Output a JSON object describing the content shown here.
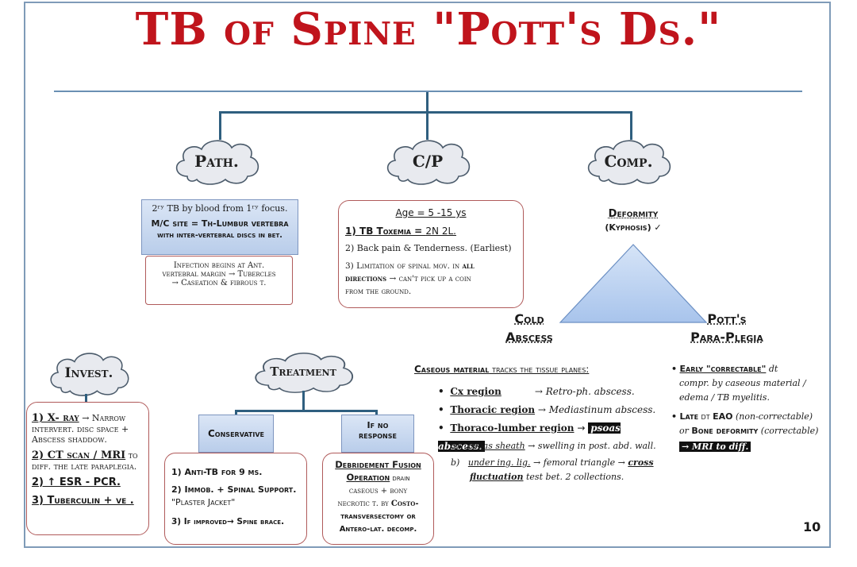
{
  "title": "TB of Spine \"Pott's Ds.\"",
  "clouds": {
    "path": "Path.",
    "cp": "C/P",
    "comp": "Comp.",
    "invest": "Invest.",
    "treatment": "Treatment"
  },
  "path": {
    "line1": "2ʳʸ TB by blood from 1ʳʸ focus.",
    "line2_a": "M/C site = ",
    "line2_b": "Th-Lumbur vertebra",
    "line3": "with inter-vertebral discs in bet.",
    "infection_1": "Infection begins at Ant.",
    "infection_2": "vertebral margin → Tubercles",
    "infection_3": "→ Caseation & fibrous t."
  },
  "cp": {
    "age": "Age = 5 -15 ys",
    "item1_a": "1) TB Toxemia = ",
    "item1_b": "2N 2L.",
    "item2": "2) Back pain & Tenderness. (Earliest)",
    "item3_a": "3) Limitation of spinal mov. in ",
    "item3_b": "all",
    "item3_c": "directions",
    "item3_d": " → can't pick up a coin",
    "item3_e": "from the ground."
  },
  "comp": {
    "deformity": "Deformity",
    "kyphosis": "(Kyphosis) ✓",
    "cold_1": "Cold",
    "cold_2": "Abscess",
    "potts_1": "Pott's",
    "potts_2": "Para-Plegia"
  },
  "cold_abscess": {
    "heading_a": "Caseous material",
    "heading_b": " tracks the tissue planes:",
    "items": [
      {
        "region": "Cx region",
        "text": "→ Retro-ph. abscess."
      },
      {
        "region": "Thoracic region",
        "text": "→ Mediastinum abscess."
      },
      {
        "region": "Thoraco-lumber region",
        "arrow": "→",
        "hl": "psoas abscess."
      }
    ],
    "sub_a_label": "a)",
    "sub_a_1": "psoas sheath",
    "sub_a_2": " → swelling in post. abd. wall.",
    "sub_b_label": "b)",
    "sub_b_1": "under ing. lig.",
    "sub_b_2": " → femoral triangle → ",
    "sub_b_3": "cross",
    "sub_b_4": "fluctuation",
    "sub_b_5": " test bet. 2 collections."
  },
  "paraplegia": {
    "early_a": "Early \"correctable\"",
    "early_b": " dt",
    "early_c": "compr. by caseous material /",
    "early_d": "edema / TB myelitis.",
    "late_a": "Late",
    "late_b": " dt ",
    "late_c": "EAO",
    "late_d": " (non-correctable)",
    "late_e": "or ",
    "late_f": "Bone deformity",
    "late_g": " (correctable)",
    "late_h": "→ MRI to diff."
  },
  "invest": {
    "i1_a": "1) X- ray",
    "i1_b": " → Narrow",
    "i1_c": "intervert. disc space +",
    "i1_d": "Abscess shaddow.",
    "i2_a": "2) CT scan / MRI",
    "i2_b": " to",
    "i2_c": "diff. the late paraplegia.",
    "i3": "2) ↑ ESR - PCR.",
    "i4": "3) Tuberculin + ve ."
  },
  "treatment": {
    "conservative": "Conservative",
    "if_no_1": "If no",
    "if_no_2": "response",
    "c1": "1) Anti-TB for 9 ms.",
    "c2": "2) Immob. + Spinal Support.",
    "c3": "\"Plaster Jacket\"",
    "c4": "3) If improved→ Spine brace.",
    "d1": "Debridement Fusion",
    "d2": "Operation",
    "d3": " drain",
    "d4": "caseous + bony",
    "d5": "necrotic t. by ",
    "d6": "Costo-",
    "d7": "transversectomy or",
    "d8": "Antero-lat. decomp."
  },
  "page_number": "10",
  "colors": {
    "title": "#c0141c",
    "connector": "#2f5f7f",
    "box_border_red": "#b05a5a",
    "box_fill_blue": "#c8d8ef",
    "triangle_fill": "#b4cdf0"
  }
}
